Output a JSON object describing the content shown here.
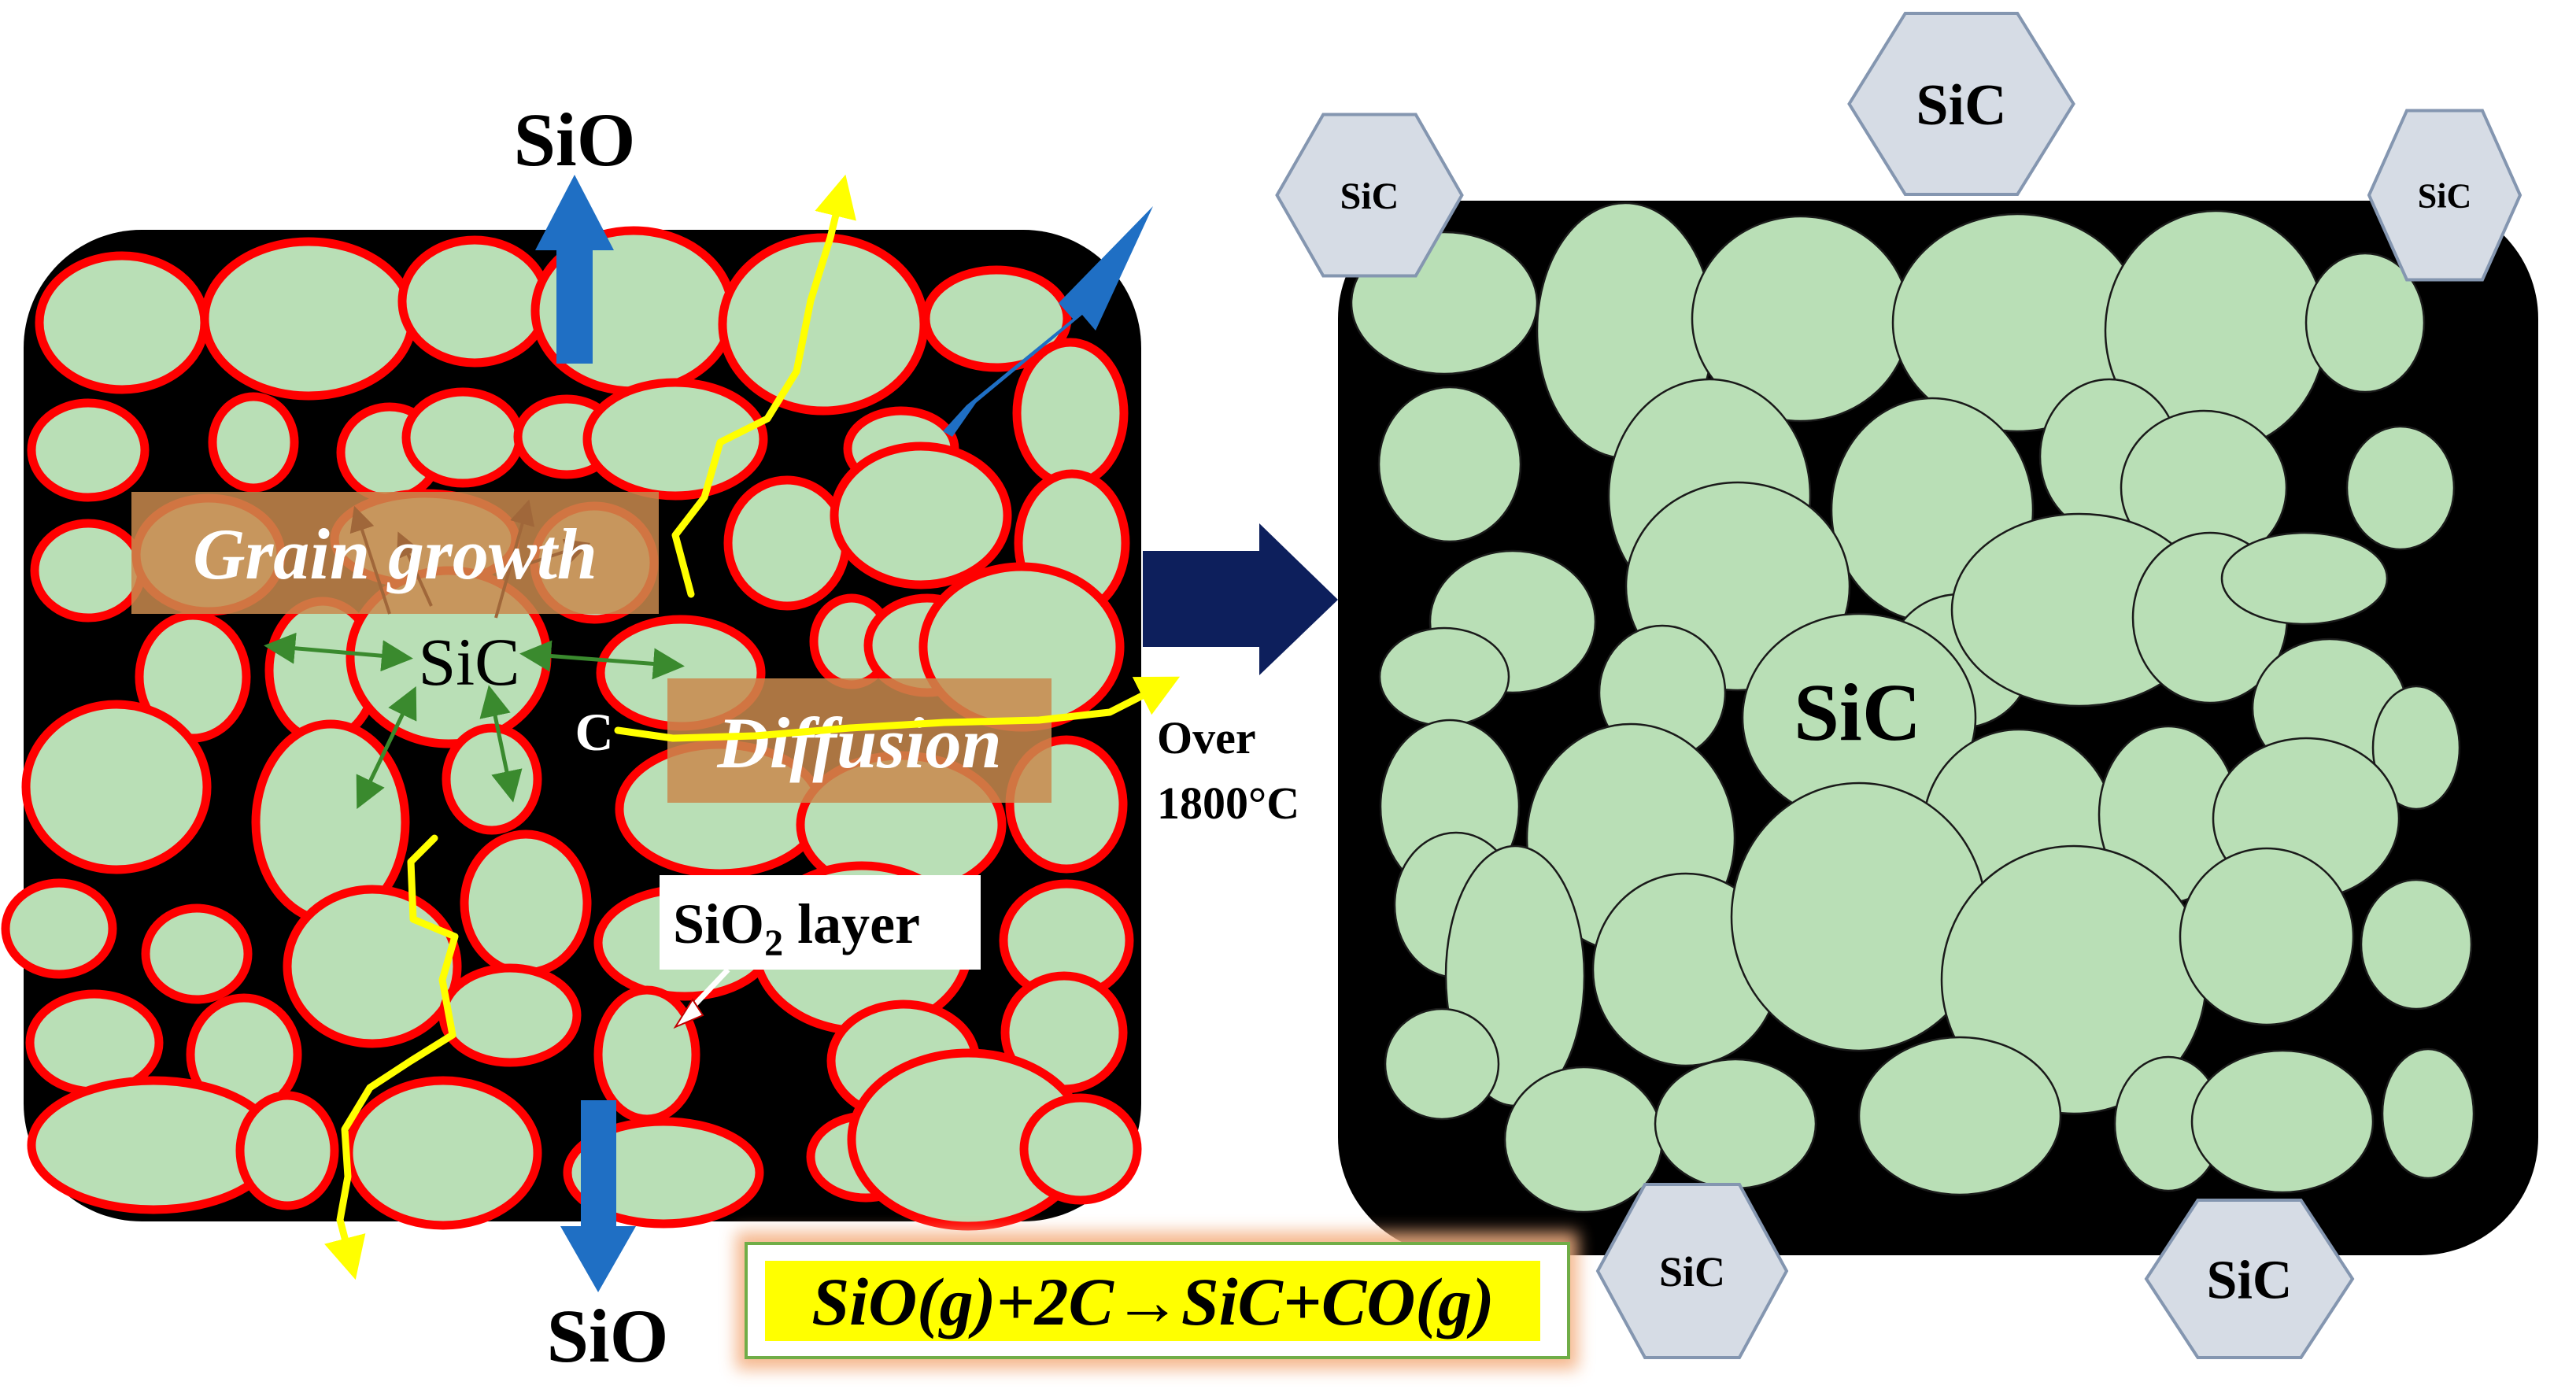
{
  "left_panel": {
    "sio_top": "SiO",
    "sio_bottom": "SiO",
    "grain_growth": "Grain growth",
    "diffusion": "Diffusion",
    "sic_center": "SiC",
    "carbon": "C",
    "sio2_layer_main": "SiO",
    "sio2_layer_sub": "2",
    "sio2_layer_tail": " layer"
  },
  "process": {
    "condition_line1": "Over",
    "condition_line2": "1800°C"
  },
  "right_panel": {
    "sic_center": "SiC",
    "hexagons": [
      "SiC",
      "SiC",
      "SiC",
      "SiC",
      "SiC"
    ]
  },
  "equation": "SiO(g)+2C→SiC+CO(g)",
  "colors": {
    "grain_fill": "#b9dfb6",
    "grain_border": "#ff0000",
    "matrix": "#000000",
    "sio_arrow": "#1f6fc4",
    "crack_path": "#ffff00",
    "process_arrow": "#0d1f5c",
    "hexagon_fill": "#d6dce5",
    "hexagon_stroke": "#8496b0",
    "label_box": "#c98a4d",
    "equation_highlight": "#ffff00",
    "equation_border": "#70ad47",
    "growth_arrow": "#3a8a2e"
  }
}
